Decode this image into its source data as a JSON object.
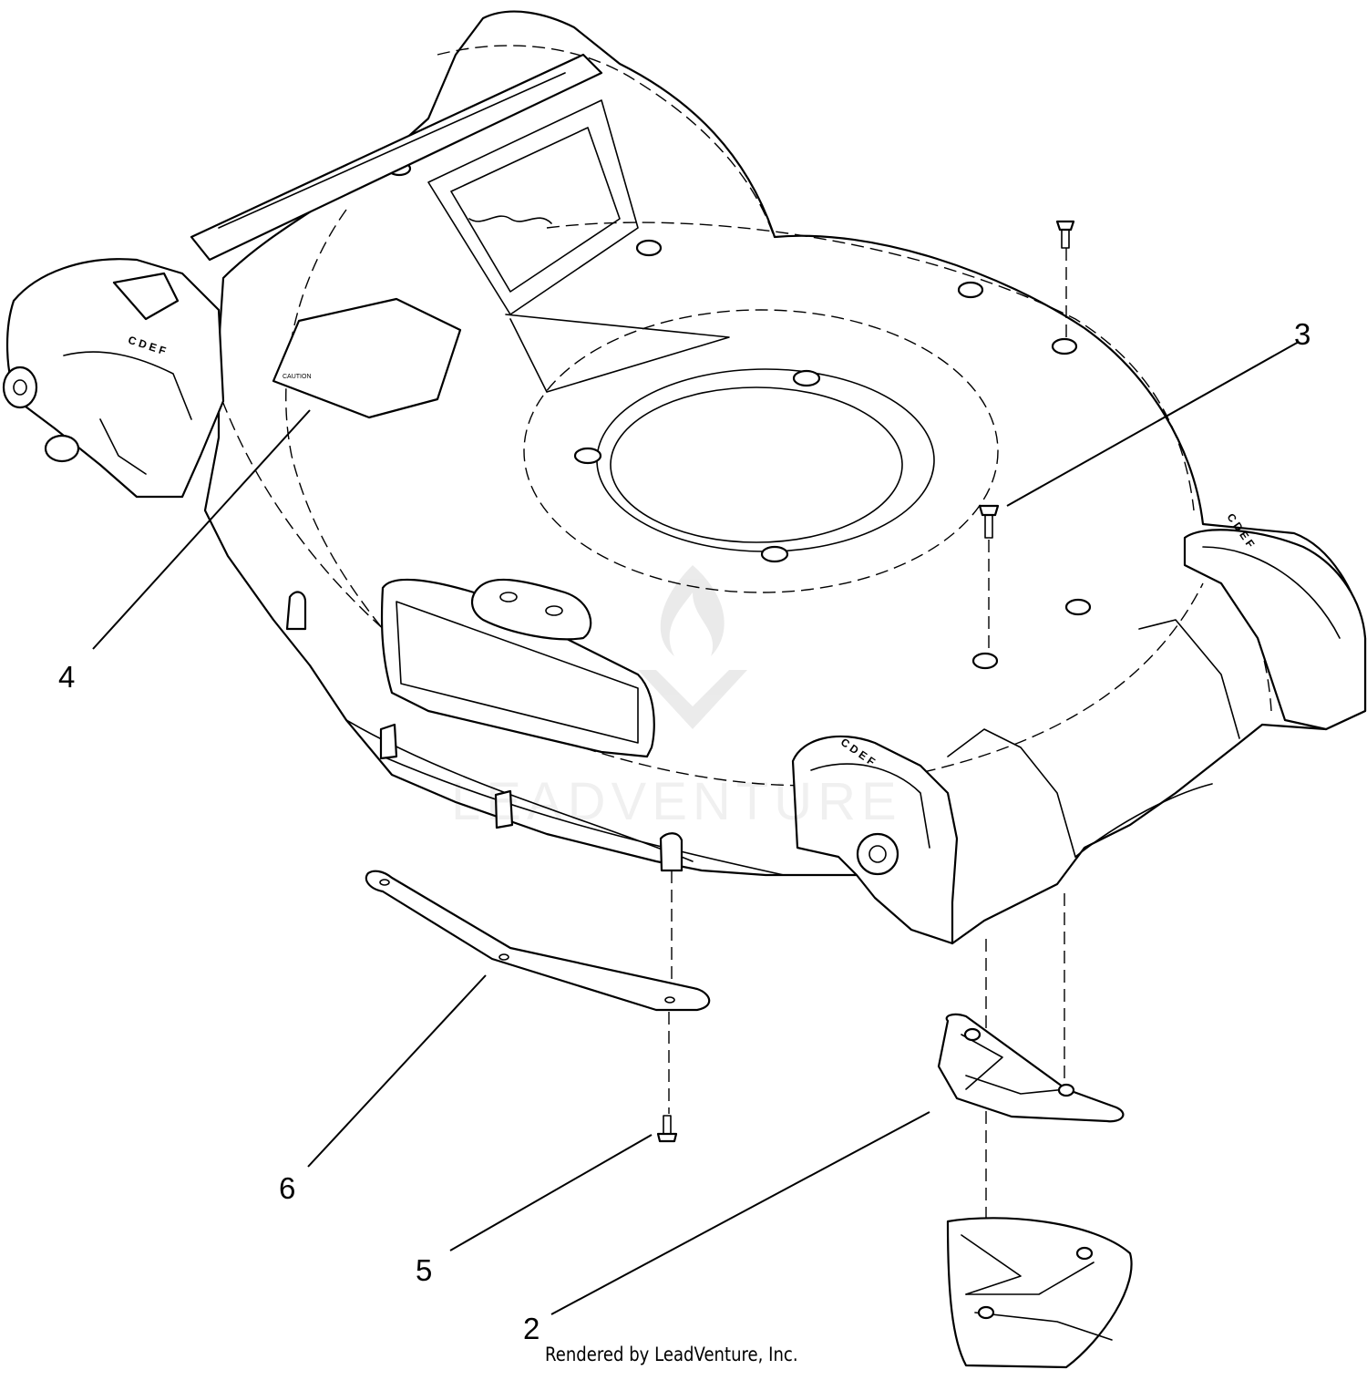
{
  "diagram": {
    "parts": [
      {
        "key": "p2",
        "callout": "2"
      },
      {
        "key": "p3",
        "callout": "3"
      },
      {
        "key": "p4",
        "callout": "4"
      },
      {
        "key": "p5",
        "callout": "5"
      },
      {
        "key": "p6",
        "callout": "6"
      }
    ],
    "footer_text": "Rendered by LeadVenture, Inc.",
    "watermark_text": "LEADVENTURE",
    "decal_text": "CAUTION",
    "height_scale_letters": "C D E F",
    "colors": {
      "line": "#000000",
      "background": "#ffffff"
    }
  }
}
